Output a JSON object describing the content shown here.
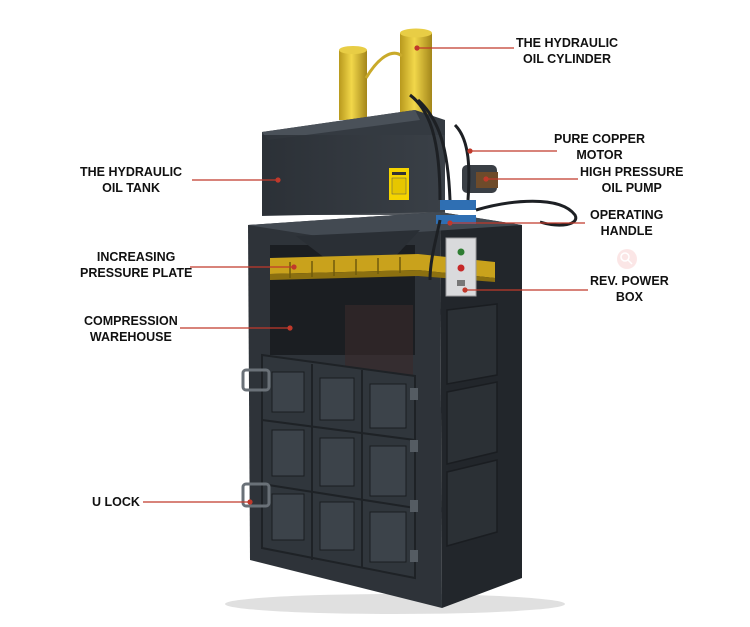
{
  "colors": {
    "leader_line": "#c0392b",
    "machine_body": "#2b3036",
    "machine_frame": "#3a4047",
    "machine_shadow": "#1c2024",
    "cylinder": "#d4b62a",
    "plate": "#c9a21c",
    "power_box": "#d9dadc",
    "valve": "#2f6fb3"
  },
  "labels": {
    "hydraulic_cylinder": [
      "THE HYDRAULIC",
      "OIL CYLINDER"
    ],
    "hydraulic_tank": [
      "THE HYDRAULIC",
      "OIL TANK"
    ],
    "copper_motor": [
      "PURE COPPER",
      "MOTOR"
    ],
    "oil_pump": [
      "HIGH PRESSURE",
      "OIL PUMP"
    ],
    "operating_handle": [
      "OPERATING",
      "HANDLE"
    ],
    "pressure_plate": [
      "INCREASING",
      "PRESSURE PLATE"
    ],
    "power_box": [
      "REV. POWER",
      "BOX"
    ],
    "compression_warehouse": [
      "COMPRESSION",
      "WAREHOUSE"
    ],
    "u_lock": [
      "U LOCK"
    ]
  },
  "icons": {
    "watermark": "search-icon"
  }
}
